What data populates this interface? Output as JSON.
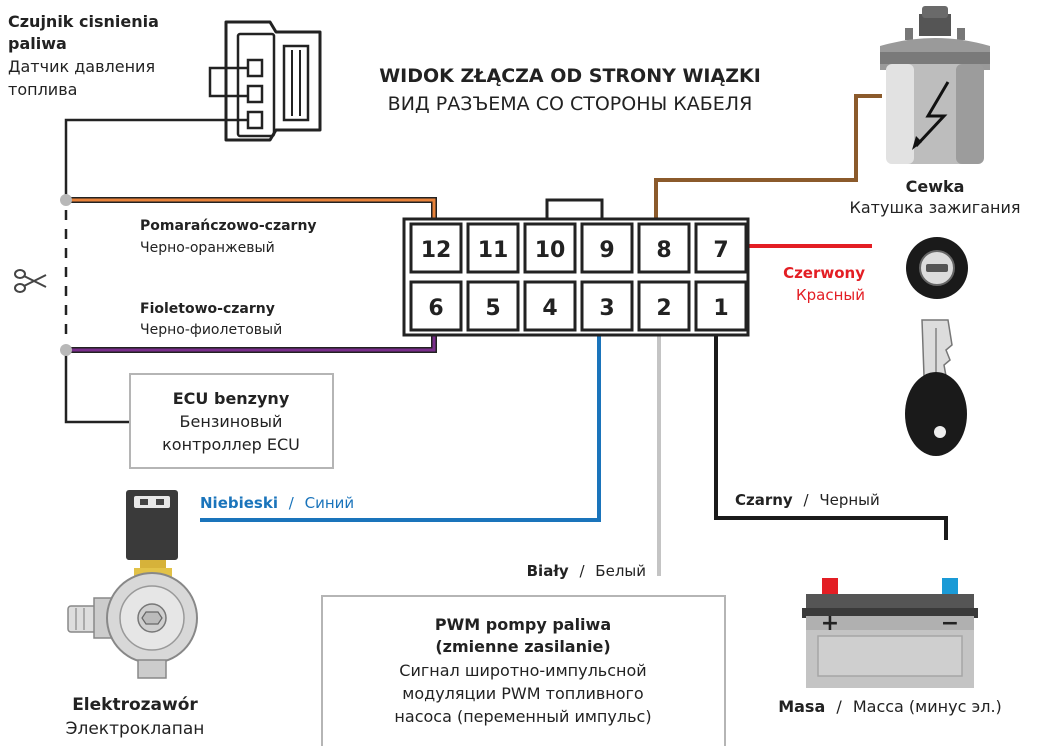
{
  "header": {
    "title_pl": "WIDOK ZŁĄCZA OD STRONY WIĄZKI",
    "title_ru": "ВИД РАЗЪЕМА СО СТОРОНЫ КАБЕЛЯ"
  },
  "pressure_sensor": {
    "label_pl_line1": "Czujnik cisnienia",
    "label_pl_line2": "paliwa",
    "label_ru_line1": "Датчик давления",
    "label_ru_line2": "топлива"
  },
  "coil": {
    "label_pl": "Cewka",
    "label_ru": "Катушка зажигания"
  },
  "connector": {
    "pins_top": [
      "12",
      "11",
      "10",
      "9",
      "8",
      "7"
    ],
    "pins_bottom": [
      "6",
      "5",
      "4",
      "3",
      "2",
      "1"
    ]
  },
  "wires": {
    "orange_pl": "Pomarańczowo-czarny",
    "orange_ru": "Черно-оранжевый",
    "violet_pl": "Fioletowo-czarny",
    "violet_ru": "Черно-фиолетовый",
    "red_pl": "Czerwony",
    "red_ru": "Красный",
    "blue_pl": "Niebieski",
    "blue_ru": "Синий",
    "white_pl": "Biały",
    "white_ru": "Белый",
    "black_pl": "Czarny",
    "black_ru": "Черный",
    "separator": "/"
  },
  "ecu": {
    "label_pl": "ECU benzyny",
    "label_ru_line1": "Бензиновый",
    "label_ru_line2": "контроллер ECU"
  },
  "valve": {
    "label_pl": "Elektrozawór",
    "label_ru": "Электроклапан"
  },
  "pwm": {
    "label_pl_line1": "PWM pompy paliwa",
    "label_pl_line2": "(zmienne zasilanie)",
    "label_ru_line1": "Сигнал широтно-импульсной",
    "label_ru_line2": "модуляции PWM топливного",
    "label_ru_line3": "насоса (переменный импульс)"
  },
  "battery": {
    "plus": "+",
    "minus": "−",
    "label_pl": "Masa",
    "label_ru": "Масса (минус эл.)"
  },
  "colors": {
    "orange": "#e8823a",
    "violet": "#7a2e8c",
    "red": "#e31e24",
    "blue": "#1a74bb",
    "white_wire": "#c4c4c4",
    "brown": "#8b5a2b",
    "black": "#1a1a1a"
  },
  "icons": [
    "scissors-icon",
    "ignition-lock-icon",
    "car-key-icon",
    "ignition-coil-icon",
    "battery-icon",
    "solenoid-valve-icon",
    "pressure-sensor-connector-icon"
  ]
}
